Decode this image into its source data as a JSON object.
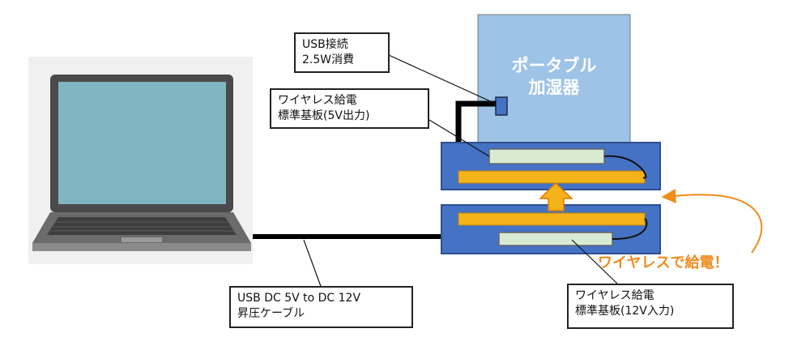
{
  "labels": {
    "usb_connection": [
      "USB接続",
      "2.5W消費"
    ],
    "board_out": [
      "ワイヤレス給電",
      "標準基板(5V出力)"
    ],
    "cable": [
      "USB DC 5V to DC 12V",
      "昇圧ケーブル"
    ],
    "board_in": [
      "ワイヤレス給電",
      "標準基板(12V入力)"
    ]
  },
  "humidifier": [
    "ポータブル",
    "加湿器"
  ],
  "callout": "ワイヤレスで給電！",
  "colors": {
    "humidifier": "#9dc3e6",
    "board": "#4472c4",
    "coil": "#f5b31a",
    "module": "#d9ead3",
    "accent": "#f08c1e",
    "cable": "#000000"
  }
}
